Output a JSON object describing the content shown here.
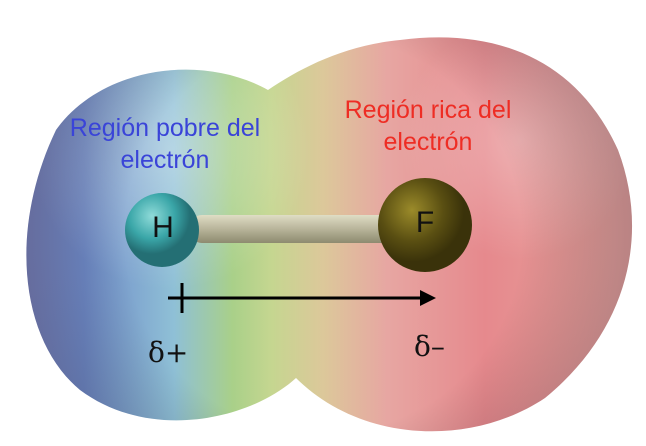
{
  "labels": {
    "poor": {
      "line1": "Región pobre del",
      "line2": "electrón"
    },
    "rich": {
      "line1": "Región rica del",
      "line2": "electrón"
    }
  },
  "atoms": {
    "left": "H",
    "right": "F"
  },
  "charges": {
    "positive": "δ+",
    "negative": "δ–"
  },
  "colors": {
    "poor_label": "#3a44d8",
    "rich_label": "#ee2d24",
    "h_atom": "#3aa6a8",
    "f_atom": "#5a4f12",
    "surface_blue": "#6f86c4",
    "surface_green": "#8fc77a",
    "surface_red": "#e8878a",
    "arrow": "#000000"
  }
}
